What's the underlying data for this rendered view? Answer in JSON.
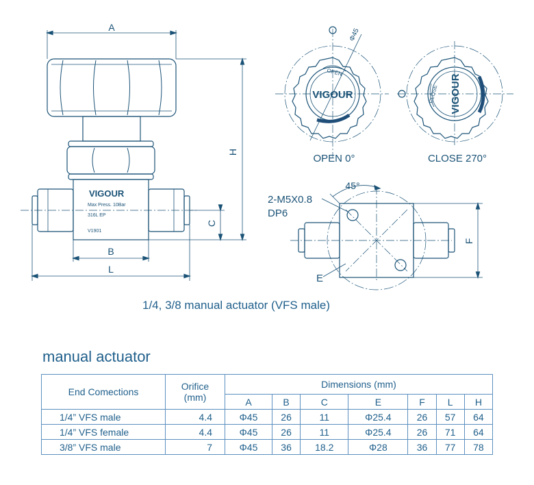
{
  "drawing": {
    "dim_A": "A",
    "dim_B": "B",
    "dim_C": "C",
    "dim_H": "H",
    "dim_L": "L",
    "dim_E": "E",
    "dim_F": "F",
    "brand": "VIGOUR",
    "body_text": [
      "Max Press. 10Bar",
      "316L  EP",
      "V1901"
    ],
    "open_label": "OPEN  0°",
    "close_label": "CLOSE  270°",
    "knob_open_text": "OPEN",
    "knob_close_text": "CLOSE",
    "phi45": "Φ45",
    "angle": "45°",
    "thread_line1": "2-M5X0.8",
    "thread_line2": "DP6"
  },
  "caption": "1/4, 3/8 manual actuator (VFS male)",
  "section_title": "manual actuator",
  "table": {
    "col_end": "End Comections",
    "col_orifice": "Orifice\n(mm)",
    "col_orifice_l1": "Orifice",
    "col_orifice_l2": "(mm)",
    "col_dimensions": "Dimensions (mm)",
    "dim_cols": [
      "A",
      "B",
      "C",
      "E",
      "F",
      "L",
      "H"
    ],
    "rows": [
      {
        "end": "1/4”  VFS male",
        "orifice": "4.4",
        "dims": [
          "Φ45",
          "26",
          "11",
          "Φ25.4",
          "26",
          "57",
          "64"
        ]
      },
      {
        "end": "1/4”  VFS female",
        "orifice": "4.4",
        "dims": [
          "Φ45",
          "26",
          "11",
          "Φ25.4",
          "26",
          "71",
          "64"
        ]
      },
      {
        "end": "3/8”  VFS male",
        "orifice": "7",
        "dims": [
          "Φ45",
          "36",
          "18.2",
          "Φ28",
          "36",
          "77",
          "78"
        ]
      }
    ]
  },
  "colors": {
    "line": "#1a5276",
    "border": "#5b8fbf",
    "text": "#1f5f8b"
  }
}
